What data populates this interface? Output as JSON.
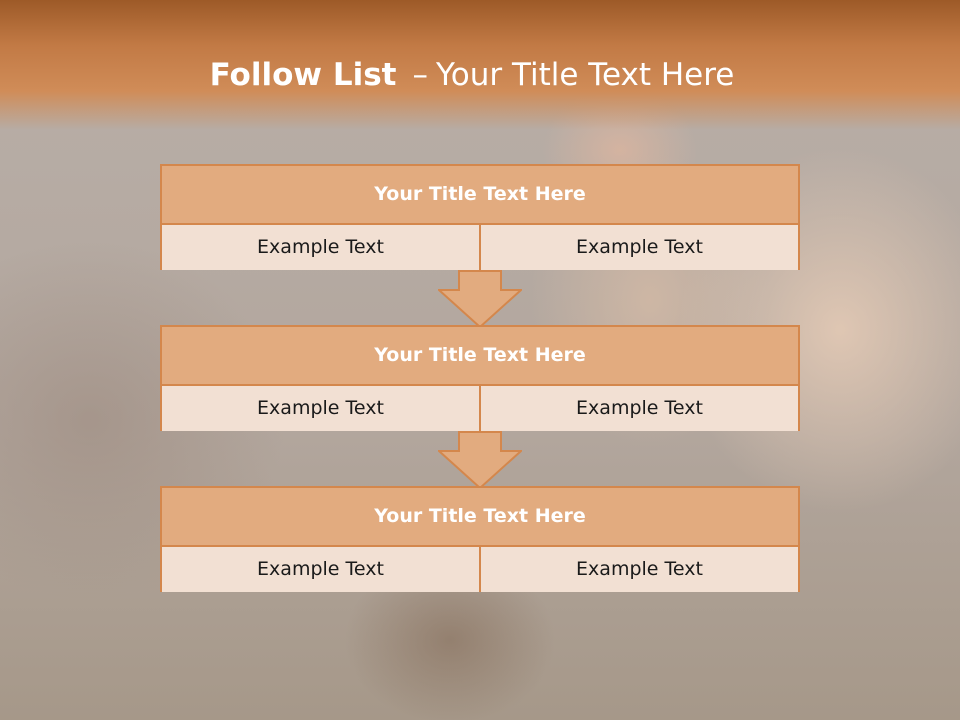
{
  "slide": {
    "title_bold": "Follow List",
    "title_dash": "–",
    "title_rest": "Your Title Text Here"
  },
  "steps": [
    {
      "title": "Your Title Text Here",
      "left": "Example Text",
      "right": "Example Text"
    },
    {
      "title": "Your Title Text Here",
      "left": "Example Text",
      "right": "Example Text"
    },
    {
      "title": "Your Title Text Here",
      "left": "Example Text",
      "right": "Example Text"
    }
  ],
  "colors": {
    "header_top": "#9d5a28",
    "header_bottom": "#d08c58",
    "box_border": "#d4874c",
    "box_header_fill": "#e2ab7f",
    "cell_fill": "#f2e0d3",
    "arrow_fill": "#e2ab7f"
  }
}
